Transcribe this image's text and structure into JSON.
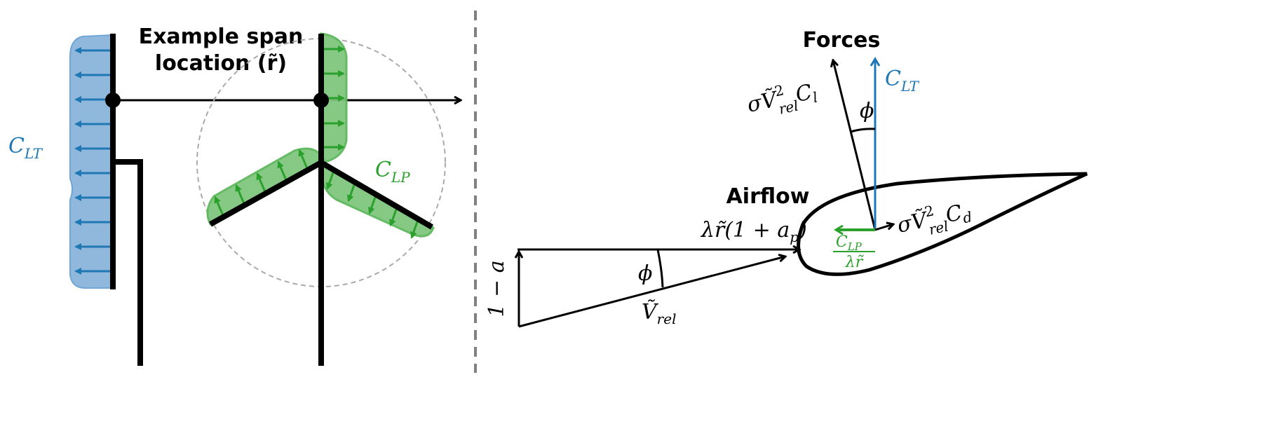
{
  "labels": {
    "span_title_line1": "Example span",
    "span_title_line2": "location (r̃)",
    "clt_left": "C",
    "clt_left_sub": "LT",
    "clp": "C",
    "clp_sub": "LP",
    "forces_title": "Forces",
    "clt_right": "C",
    "clt_right_sub": "LT",
    "lift_main": "σṼ",
    "lift_sup": "2",
    "lift_sub": "rel",
    "lift_coef": "C",
    "lift_coef_sub": "l",
    "drag_main": "σṼ",
    "drag_sup": "2",
    "drag_sub": "rel",
    "drag_coef": "C",
    "drag_coef_sub": "d",
    "phi_forces": "ϕ",
    "phi_airflow": "ϕ",
    "frac_num": "C",
    "frac_num_sub": "LP",
    "frac_den": "λr̃",
    "airflow_title": "Airflow",
    "tangential": "λr̃(1 + a",
    "tangential_sub": "p",
    "tangential_close": ")",
    "axial": "1 − a",
    "vrel": "Ṽ",
    "vrel_sub": "rel"
  },
  "colors": {
    "blue": "#1f77b4",
    "blue_fill": "#8fb8dc",
    "green": "#2ca02c",
    "green_fill": "#80c77f",
    "divider": "#808080",
    "circle": "#aaaaaa"
  }
}
